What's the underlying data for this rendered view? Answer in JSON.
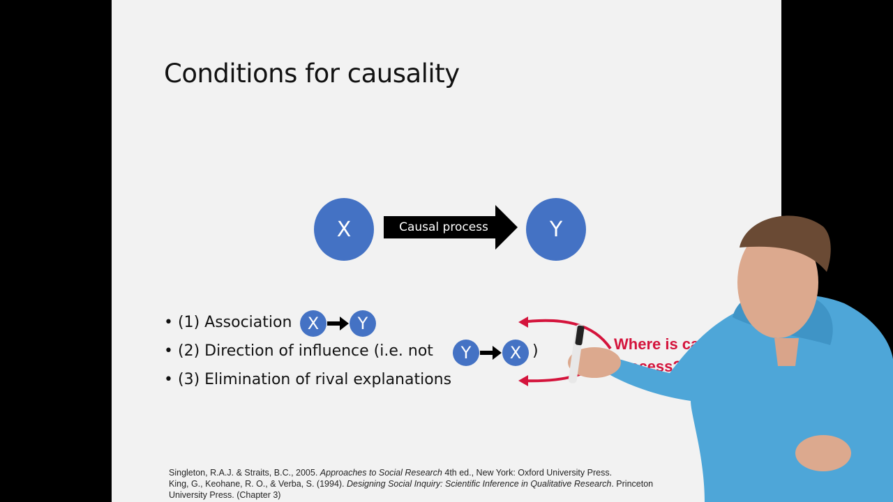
{
  "slide": {
    "title": "Conditions for causality",
    "diagram": {
      "node_x": "X",
      "node_y": "Y",
      "arrow_label": "Causal process"
    },
    "bullets": [
      {
        "marker": "•",
        "text": "(1) Association"
      },
      {
        "marker": "•",
        "text": "(2) Direction of influence (i.e. not"
      },
      {
        "marker": "•",
        "text": "(3) Elimination of rival explanations"
      }
    ],
    "inline_nodes": {
      "assoc_x": "X",
      "assoc_y": "Y",
      "dir_y": "Y",
      "dir_x": "X",
      "close_paren": ")"
    },
    "callout": {
      "line1": "Where is ca",
      "line2": "process?"
    },
    "references": {
      "ref1_authors": "Singleton, R.A.J. & Straits, B.C., 2005. ",
      "ref1_title": "Approaches to Social Research",
      "ref1_rest": " 4th ed., New York: Oxford University Press.",
      "ref2_authors": "King, G., Keohane, R. O., & Verba, S. (1994). ",
      "ref2_title": "Designing Social Inquiry: Scientific Inference in Qualitative Research",
      "ref2_rest": ". Princeton",
      "ref2_cont": "University Press. (Chapter 3)"
    }
  },
  "colors": {
    "node_fill": "#4472c4",
    "arrow": "#000000",
    "annotation": "#d4143c",
    "slide_bg": "#f2f2f2",
    "frame_bg": "#000000"
  }
}
